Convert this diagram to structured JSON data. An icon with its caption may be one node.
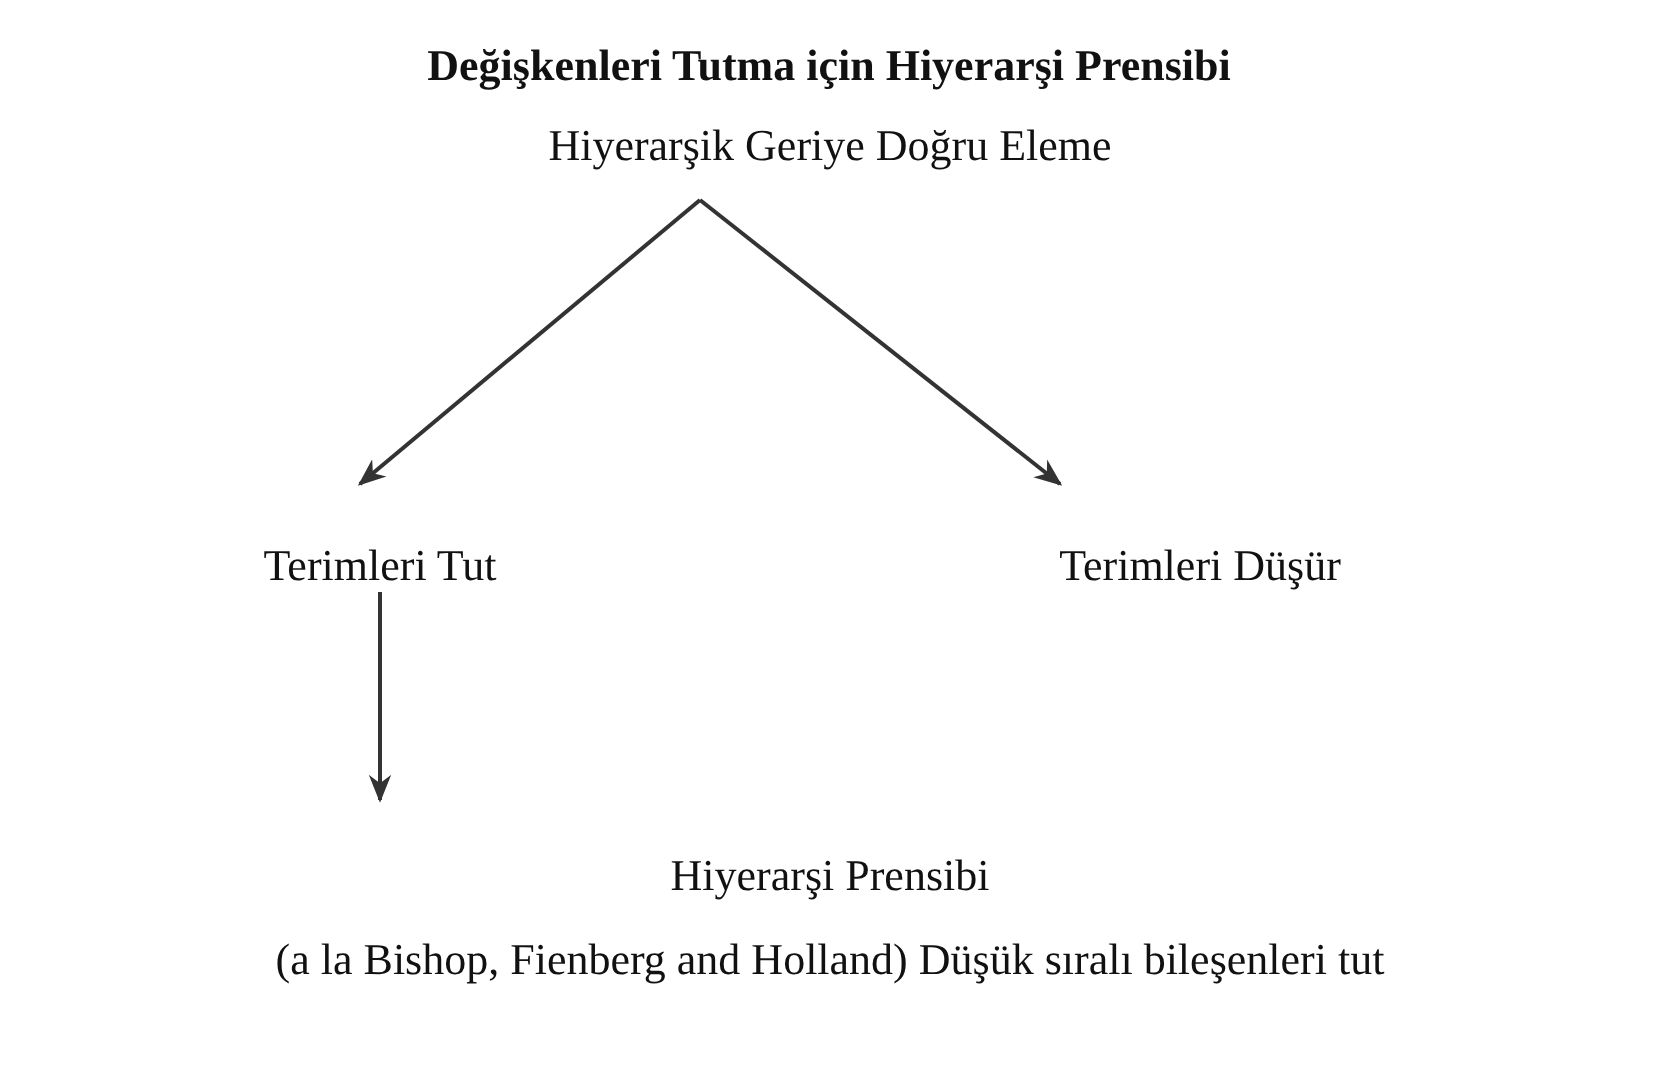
{
  "diagram": {
    "title": "Değişkenleri Tutma için Hiyerarşi Prensibi",
    "nodes": [
      {
        "text": [
          "Hiyerarşik Geriye Doğru Eleme"
        ]
      },
      {
        "text": [
          "Terimleri Tut"
        ]
      },
      {
        "text": [
          "Terimleri Düşür"
        ]
      },
      {
        "text": [
          "Hiyerarşi Prensibi",
          "(a la Bishop, Fienberg and Holland) Düşük sıralı bileşenleri tut"
        ]
      }
    ],
    "edges": [
      {
        "from": 0,
        "to": 1,
        "arrow": "to"
      },
      {
        "from": 0,
        "to": 2,
        "arrow": "to"
      },
      {
        "from": 1,
        "to": 3,
        "arrow": "to"
      }
    ]
  }
}
